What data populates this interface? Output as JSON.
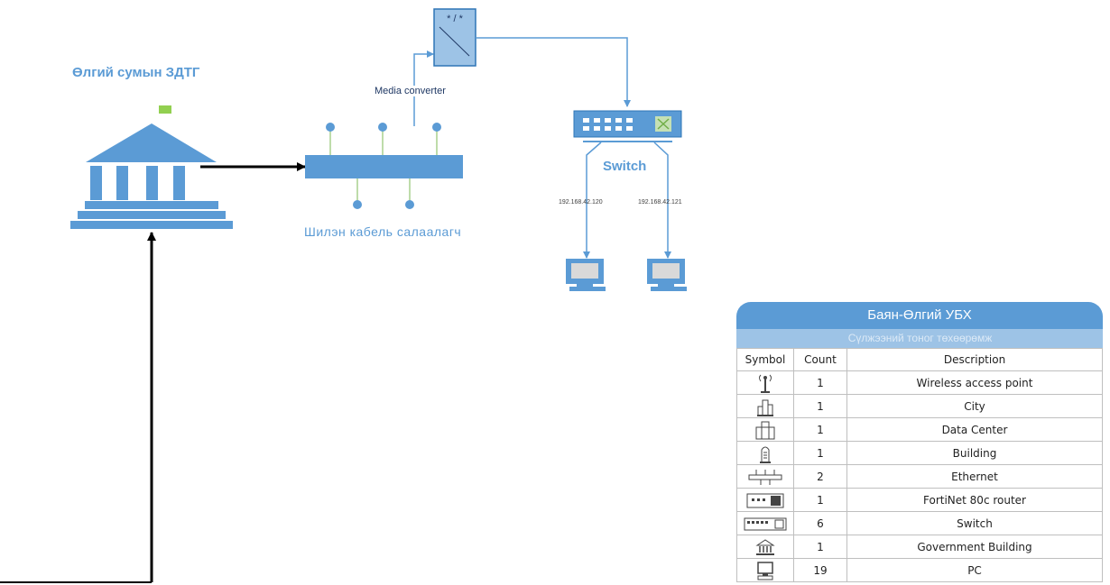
{
  "diagram": {
    "government_building_title": "Өлгий сумын ЗДТГ",
    "splitter_label": "Шилэн кабель салаалагч",
    "media_converter_label": "Media converter",
    "switch_label": "Switch",
    "pc_ips": [
      "192.168.42.120",
      "192.168.42.121"
    ],
    "colors": {
      "accent": "#5b9bd5",
      "line": "#000000"
    }
  },
  "legend": {
    "title": "Баян-Өлгий УБХ",
    "subtitle": "Сүлжээний тоног төхөөрөмж",
    "columns": [
      "Symbol",
      "Count",
      "Description"
    ],
    "rows": [
      {
        "icon": "wireless-access-point-icon",
        "count": "1",
        "description": "Wireless access point"
      },
      {
        "icon": "city-icon",
        "count": "1",
        "description": "City"
      },
      {
        "icon": "data-center-icon",
        "count": "1",
        "description": "Data Center"
      },
      {
        "icon": "building-icon",
        "count": "1",
        "description": "Building"
      },
      {
        "icon": "ethernet-icon",
        "count": "2",
        "description": "Ethernet"
      },
      {
        "icon": "router-icon",
        "count": "1",
        "description": "FortiNet 80c router"
      },
      {
        "icon": "switch-icon",
        "count": "6",
        "description": "Switch"
      },
      {
        "icon": "government-building-icon",
        "count": "1",
        "description": "Government Building"
      },
      {
        "icon": "pc-icon",
        "count": "19",
        "description": "PC"
      }
    ]
  }
}
